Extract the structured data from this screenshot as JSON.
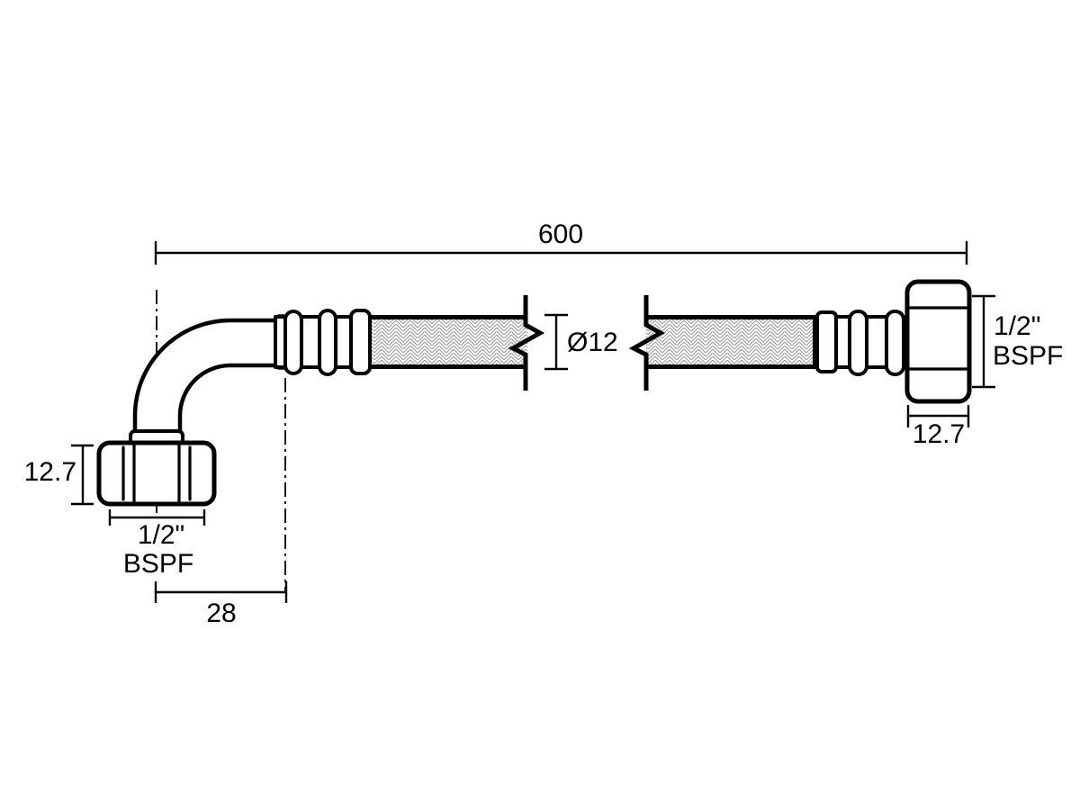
{
  "colors": {
    "ink": "#000000",
    "braid": "#9a9a9a",
    "background": "#ffffff"
  },
  "dimensions": {
    "overall_length": "600",
    "hose_diameter": "Ø12",
    "left_fitting": {
      "nut_height": "12.7",
      "thread_size": "1/2\"",
      "thread_type": "BSPF",
      "elbow_offset": "28"
    },
    "right_fitting": {
      "thread_size": "1/2\"",
      "thread_type": "BSPF",
      "nut_width": "12.7"
    }
  }
}
